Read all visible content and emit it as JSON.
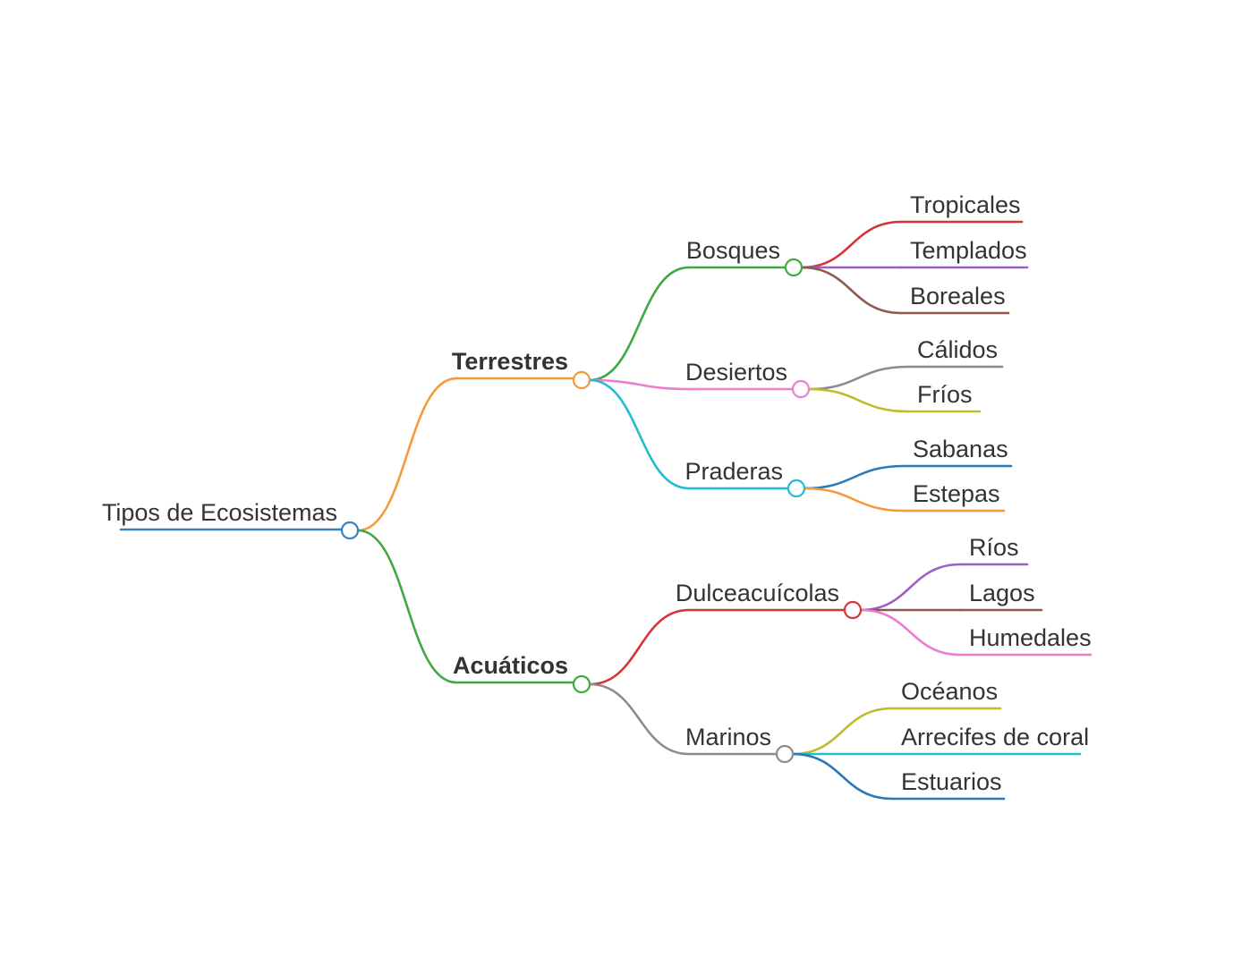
{
  "diagram": {
    "type": "mindmap",
    "root": {
      "label": "Tipos de Ecosistemas",
      "color": "#3b7fc0",
      "children": [
        {
          "label": "Terrestres",
          "color": "#f49a3a",
          "bold": true,
          "children": [
            {
              "label": "Bosques",
              "color": "#3faa3f",
              "children": [
                {
                  "label": "Tropicales",
                  "color": "#d8323a"
                },
                {
                  "label": "Templados",
                  "color": "#9b5fc8"
                },
                {
                  "label": "Boreales",
                  "color": "#8d5a4c"
                }
              ]
            },
            {
              "label": "Desiertos",
              "color": "#e87fcf",
              "children": [
                {
                  "label": "Cálidos",
                  "color": "#8c8c8c"
                },
                {
                  "label": "Fríos",
                  "color": "#bdbd2a"
                }
              ]
            },
            {
              "label": "Praderas",
              "color": "#22bccf",
              "children": [
                {
                  "label": "Sabanas",
                  "color": "#2c79b9"
                },
                {
                  "label": "Estepas",
                  "color": "#f49a3a"
                }
              ]
            }
          ]
        },
        {
          "label": "Acuáticos",
          "color": "#3faa3f",
          "bold": true,
          "children": [
            {
              "label": "Dulceacuícolas",
              "color": "#d8323a",
              "children": [
                {
                  "label": "Ríos",
                  "color": "#9b5fc8"
                },
                {
                  "label": "Lagos",
                  "color": "#8d5a4c"
                },
                {
                  "label": "Humedales",
                  "color": "#e87fcf"
                }
              ]
            },
            {
              "label": "Marinos",
              "color": "#8c8c8c",
              "children": [
                {
                  "label": "Océanos",
                  "color": "#bdbd2a"
                },
                {
                  "label": "Arrecifes de coral",
                  "color": "#22bccf"
                },
                {
                  "label": "Estuarios",
                  "color": "#2c79b9"
                }
              ]
            }
          ]
        }
      ]
    }
  }
}
